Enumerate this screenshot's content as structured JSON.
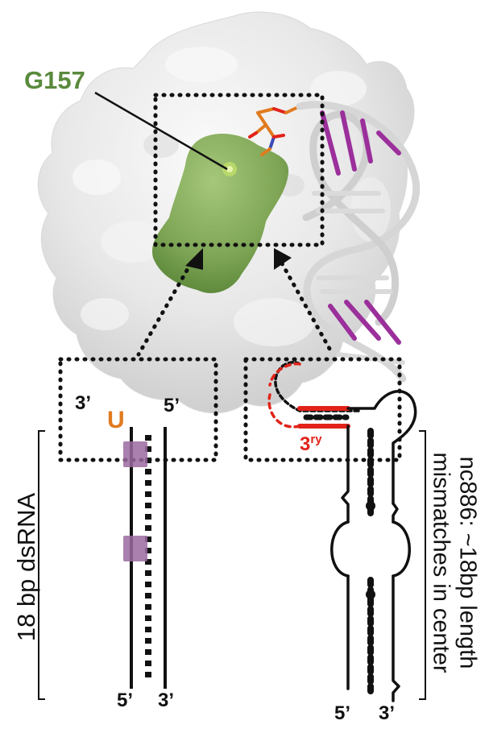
{
  "labels": {
    "residue": "G157",
    "left_3prime_top": "3’",
    "left_uridine": "U",
    "left_5prime_top": "5’",
    "left_5prime_bottom": "5’",
    "left_3prime_bottom": "3’",
    "right_5prime_bottom": "5’",
    "right_3prime_bottom": "3’",
    "secondary_main": "3",
    "secondary_sup": "ry",
    "left_vertical": "18 bp dsRNA",
    "right_vertical_line1": "nc886: ~18bp length",
    "right_vertical_line2": "mismatches in center"
  },
  "colors": {
    "residue_green": "#5a8a3c",
    "surface_green": "#7da454",
    "uridine_orange": "#e07b1f",
    "secondary_red": "#e2231a",
    "rna_magenta": "#9b2f9b",
    "purple_marker": "#9b6ba0",
    "protein_surface": "#ececec"
  }
}
